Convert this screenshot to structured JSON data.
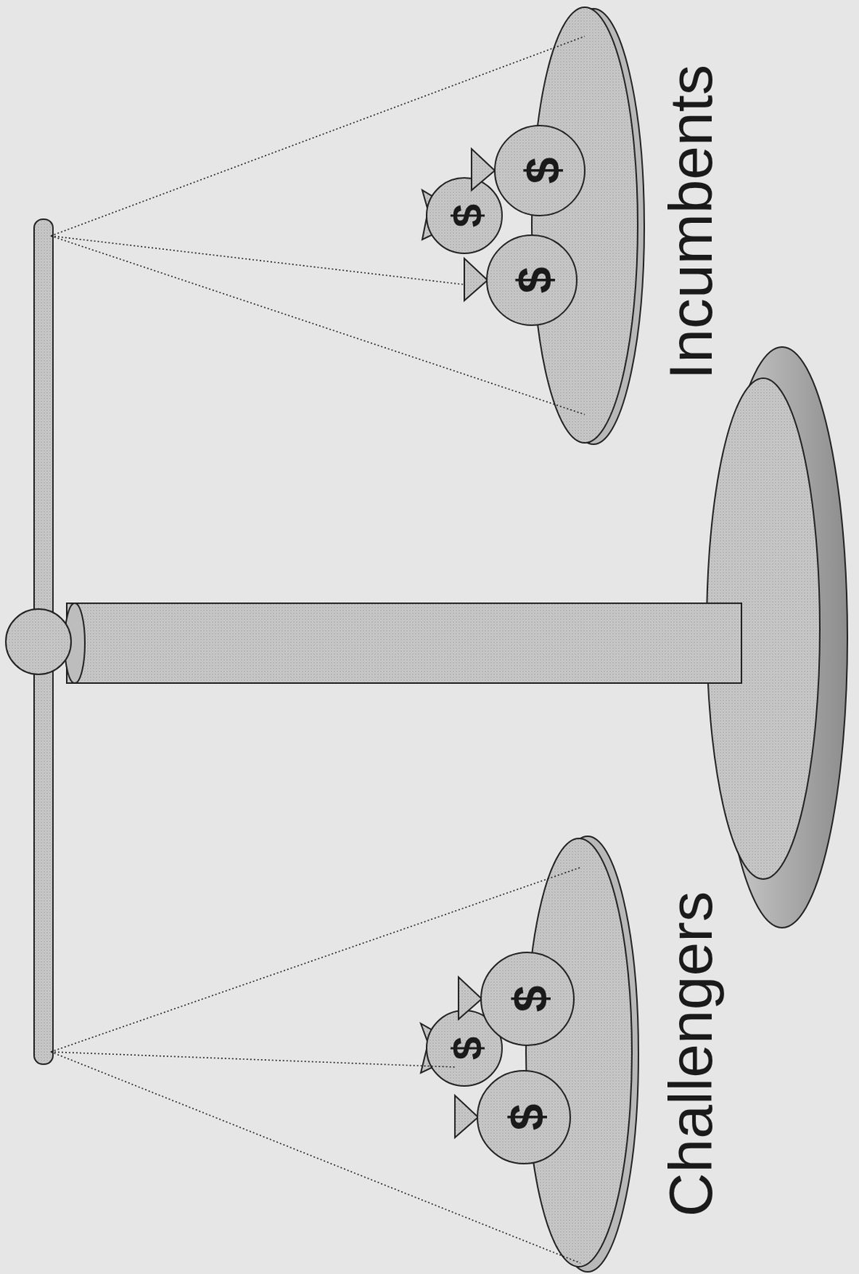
{
  "diagram": {
    "labels": [
      "Incumbents",
      "Challengers",
      "$",
      "$",
      "$",
      "$",
      "$",
      "$"
    ]
  }
}
